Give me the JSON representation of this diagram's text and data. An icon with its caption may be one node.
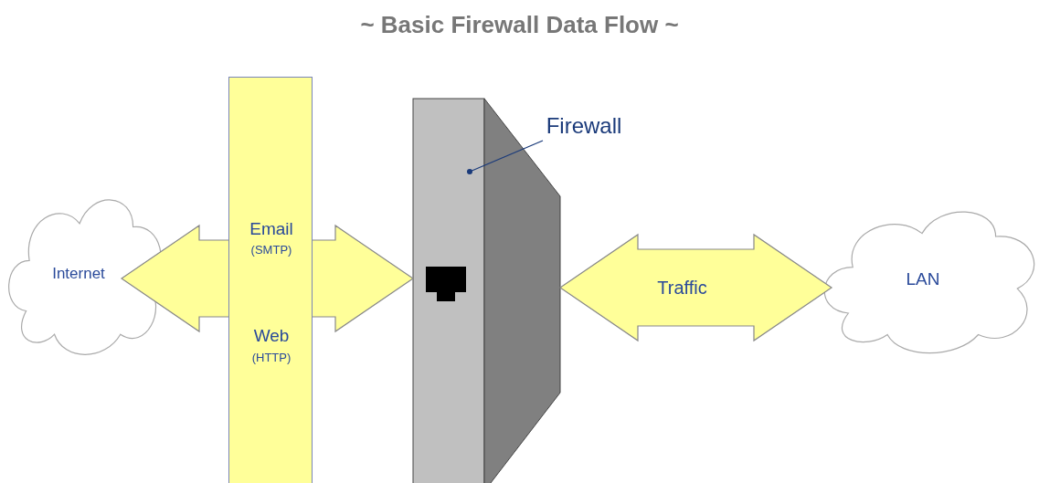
{
  "diagram": {
    "title": "~ Basic Firewall Data Flow ~",
    "nodes": [
      {
        "text": [
          "Internet"
        ]
      },
      {
        "text": [
          "Email",
          "(SMTP)",
          "Web",
          "(HTTP)"
        ]
      },
      {
        "text": [
          "Firewall"
        ]
      },
      {
        "text": [],
        "shape": "box"
      },
      {
        "text": [
          "LAN"
        ]
      }
    ],
    "edges": [
      {
        "from": 0,
        "to": 3,
        "arrow": "both",
        "style": "thick"
      },
      {
        "from": 3,
        "to": 4,
        "arrow": "both",
        "label": "Traffic",
        "style": "thick"
      },
      {
        "from": 2,
        "to": 3,
        "arrow": "other"
      }
    ]
  }
}
